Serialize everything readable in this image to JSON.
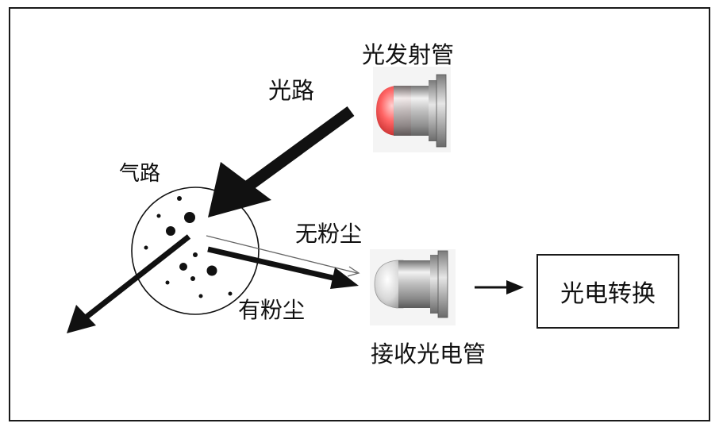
{
  "labels": {
    "emitter": "光发射管",
    "light_path": "光路",
    "air_path": "气路",
    "no_dust": "无粉尘",
    "with_dust": "有粉尘",
    "receiver": "接收光电管",
    "conversion": "光电转换"
  },
  "colors": {
    "stroke": "#111111",
    "lens_red": "#e84a4a",
    "metal": "#c8c8c8"
  },
  "icons": {
    "emitter": "led-emitter-icon",
    "receiver": "photodiode-icon",
    "dust": "dust-particle-icon"
  }
}
